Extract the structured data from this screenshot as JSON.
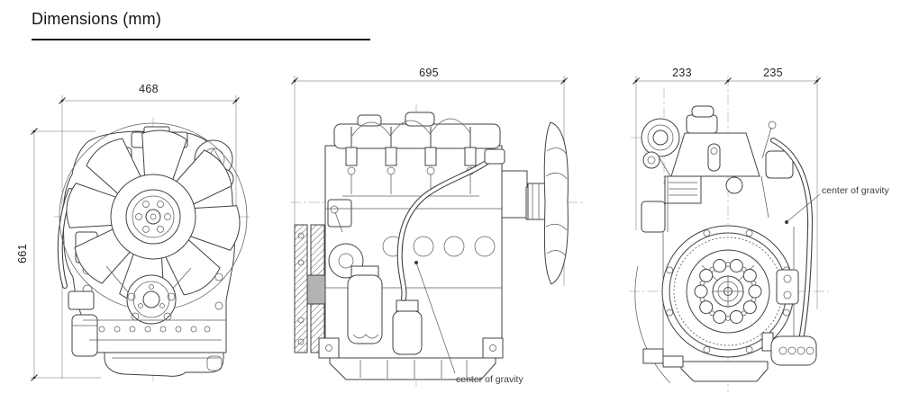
{
  "title": "Dimensions (mm)",
  "front_view": {
    "width": "468",
    "height": "661"
  },
  "side_view": {
    "width": "695",
    "center_of_gravity": "center of gravity"
  },
  "rear_view": {
    "width_left": "233",
    "width_right": "235",
    "center_of_gravity": "center of gravity"
  },
  "colors": {
    "line": "#424242",
    "dimension": "#9a9a9a",
    "text": "#222222"
  }
}
